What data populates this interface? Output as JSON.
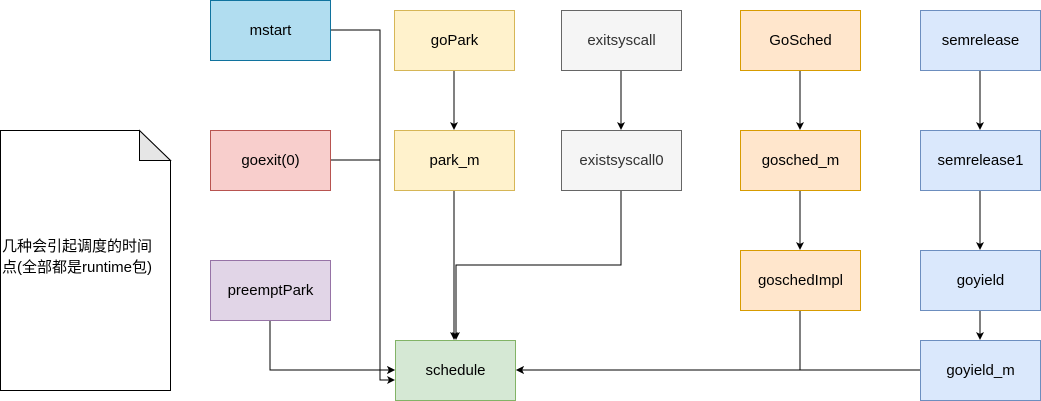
{
  "colors": {
    "blue": {
      "fill": "#b1ddf0",
      "stroke": "#10739e"
    },
    "yellow": {
      "fill": "#fff2cc",
      "stroke": "#d6b656"
    },
    "gray": {
      "fill": "#f5f5f5",
      "stroke": "#666666",
      "text": "#333333"
    },
    "orange": {
      "fill": "#ffe6cc",
      "stroke": "#d79b00"
    },
    "lightblue": {
      "fill": "#dae8fc",
      "stroke": "#6c8ebf"
    },
    "red": {
      "fill": "#f8cecc",
      "stroke": "#b85450"
    },
    "purple": {
      "fill": "#e1d5e7",
      "stroke": "#9673a6"
    },
    "green": {
      "fill": "#d5e8d4",
      "stroke": "#82b366"
    },
    "edge": "#000000"
  },
  "note": {
    "line1": "几种会引起调度的时间",
    "line2": "点(全部都是runtime包)"
  },
  "nodes": {
    "mstart": "mstart",
    "goexit": "goexit(0)",
    "preemptPark": "preemptPark",
    "goPark": "goPark",
    "park_m": "park_m",
    "exitsyscall": "exitsyscall",
    "existsyscall0": "existsyscall0",
    "GoSched": "GoSched",
    "gosched_m": "gosched_m",
    "goschedImpl": "goschedImpl",
    "semrelease": "semrelease",
    "semrelease1": "semrelease1",
    "goyield": "goyield",
    "goyield_m": "goyield_m",
    "schedule": "schedule"
  }
}
